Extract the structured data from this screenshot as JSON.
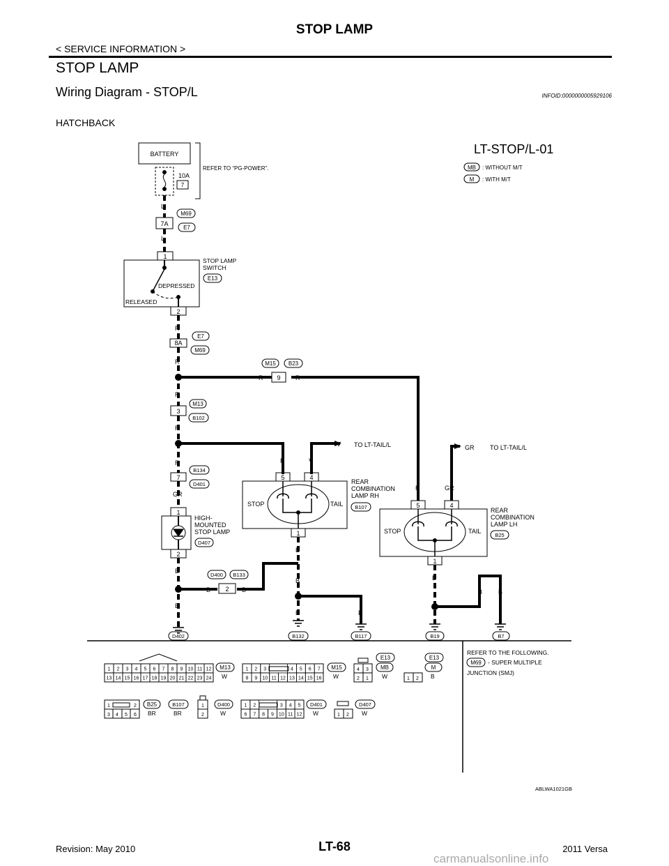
{
  "header": {
    "title": "STOP LAMP",
    "section": "< SERVICE INFORMATION >"
  },
  "page": {
    "heading": "STOP LAMP",
    "subheading": "Wiring Diagram - STOP/L",
    "info_id": "INFOID:0000000005929106",
    "variant": "HATCHBACK"
  },
  "diagram": {
    "code": "LT-STOP/L-01",
    "legend": [
      {
        "code": "MB",
        "text": ": WITHOUT M/T"
      },
      {
        "code": "M",
        "text": ": WITH M/T"
      }
    ],
    "battery": "BATTERY",
    "fuse_rating": "10A",
    "fuse_number": "7",
    "refer_power": "REFER TO “PG-POWER”.",
    "connectors": {
      "m69": "M69",
      "e7": "E7",
      "e13": "E13",
      "m15": "M15",
      "b23": "B23",
      "m13": "M13",
      "b102": "B102",
      "b134": "B134",
      "d401": "D401",
      "d407": "D407",
      "b107": "B107",
      "b25": "B25",
      "d400": "D400",
      "b133": "B133",
      "d402": "D402",
      "b132": "B132",
      "b117": "B117",
      "b19": "B19",
      "b7": "B7"
    },
    "pins": {
      "p7a": "7A",
      "p8a": "8A",
      "p1": "1",
      "p2": "2",
      "p3": "3",
      "p4": "4",
      "p5": "5",
      "p7": "7",
      "p9": "9"
    },
    "wires": {
      "l": "L",
      "r": "R",
      "gr": "GR",
      "b": "B",
      "v": "V"
    },
    "switch": {
      "name_line1": "STOP LAMP",
      "name_line2": "SWITCH",
      "depressed": "DEPRESSED",
      "released": "RELEASED"
    },
    "high_mount": {
      "line1": "HIGH-",
      "line2": "MOUNTED",
      "line3": "STOP LAMP"
    },
    "rear_rh": {
      "line1": "REAR",
      "line2": "COMBINATION",
      "line3": "LAMP RH"
    },
    "rear_lh": {
      "line1": "REAR",
      "line2": "COMBINATION",
      "line3": "LAMP LH"
    },
    "stop": "STOP",
    "tail": "TAIL",
    "to_tail_v": "TO LT-TAIL/L",
    "to_tail_gr": "TO LT-TAIL/L",
    "refer_following": "REFER TO THE FOLLOWING.",
    "smj_line1": "- SUPER MULTIPLE",
    "smj_line2": "JUNCTION (SMJ)",
    "colors": {
      "w": "W",
      "b": "B",
      "br": "BR"
    },
    "figure_id": "ABLWA1021GB"
  },
  "footer": {
    "revision": "Revision: May 2010",
    "page_number": "LT-68",
    "model": "2011 Versa"
  },
  "watermark": "carmanualsonline.info"
}
